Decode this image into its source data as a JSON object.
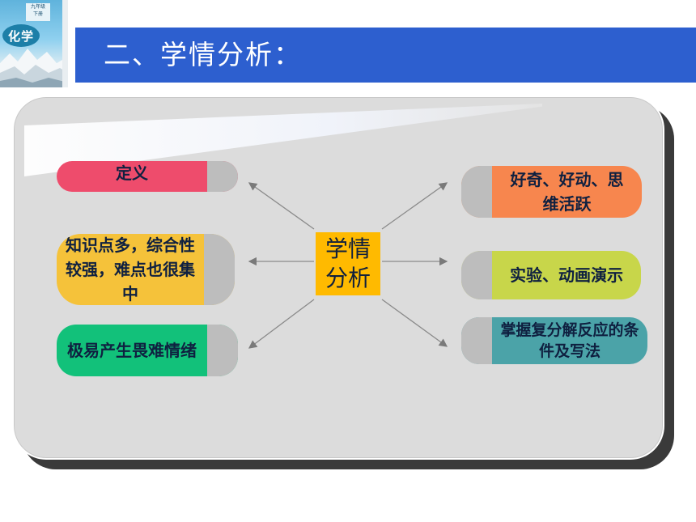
{
  "cover": {
    "badge": "化学",
    "grade": "九年级",
    "volume": "下册"
  },
  "slide": {
    "title": "二、学情分析："
  },
  "diagram": {
    "center": "学情分析",
    "left": [
      {
        "label": "定义"
      },
      {
        "label": "知识点多，综合性较强，难点也很集中"
      },
      {
        "label": "极易产生畏难情绪"
      }
    ],
    "right": [
      {
        "label": "好奇、好动、思维活跃"
      },
      {
        "label": "实验、动画演示"
      },
      {
        "label": "掌握复分解反应的条件及写法"
      }
    ]
  }
}
